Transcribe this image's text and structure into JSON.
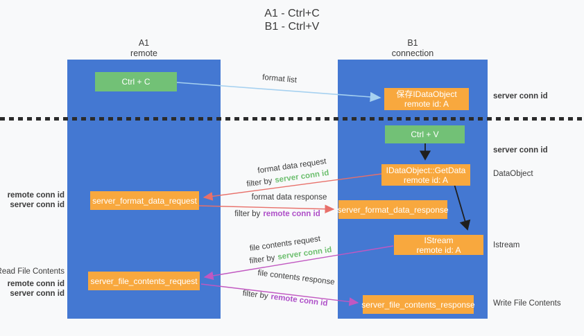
{
  "title": {
    "line1": "A1 - Ctrl+C",
    "line2": "B1 - Ctrl+V"
  },
  "lane_a": {
    "title": "A1",
    "subtitle": "remote"
  },
  "lane_b": {
    "title": "B1",
    "subtitle": "connection"
  },
  "boxes": {
    "ctrl_c": "Ctrl + C",
    "ctrl_v": "Ctrl + V",
    "save_dataobject_line1": "保存IDataObject",
    "save_dataobject_line2": "remote id: A",
    "getdata_line1": "IDataObject::GetData",
    "getdata_line2": "remote id: A",
    "istream_line1": "IStream",
    "istream_line2": "remote id: A",
    "format_request": "server_format_data_request",
    "format_response": "server_format_data_response",
    "file_request": "server_file_contents_request",
    "file_response": "server_file_contents_response"
  },
  "arrow_labels": {
    "format_list": "format list",
    "format_data_request": "format data request",
    "format_data_response": "format data response",
    "file_contents_request": "file contents request",
    "file_contents_response": "file contents response",
    "filter_by": "filter by",
    "server_conn_id": "server conn id",
    "remote_conn_id": "remote conn id"
  },
  "side_labels": {
    "server_conn_id": "server conn id",
    "remote_conn_id": "remote conn id",
    "dataobject": "DataObject",
    "istream": "Istream",
    "read_file_contents": "Read File Contents",
    "write_file_contents": "Write File Contents"
  },
  "colors": {
    "lane_blue": "#4478d2",
    "box_green": "#72c176",
    "box_orange": "#f8a83e",
    "arrow_blue": "#a6d1f0",
    "arrow_red": "#e8706a",
    "arrow_magenta": "#c158c1",
    "arrow_black": "#1f1f1f",
    "text_green": "#6dbf6f",
    "text_purple": "#ae4fc8"
  }
}
